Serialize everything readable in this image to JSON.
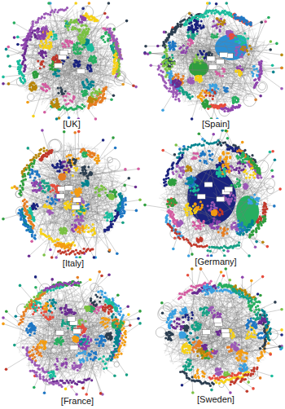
{
  "diagram": {
    "labels": [
      "[UK]",
      "[Spain]",
      "[Italy]",
      "[Germany]",
      "[France]",
      "[Sweden]"
    ]
  }
}
